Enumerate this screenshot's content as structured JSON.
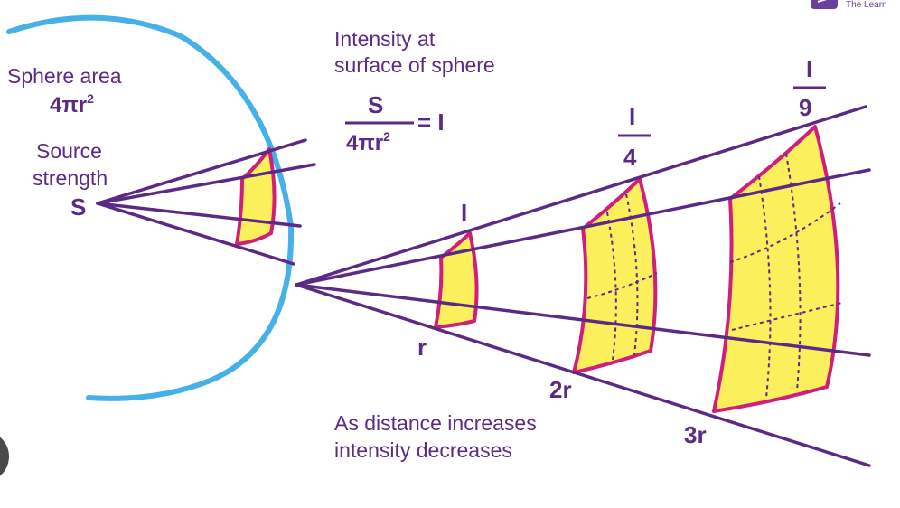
{
  "colors": {
    "purple": "#5b2a86",
    "blue": "#45b1e8",
    "magenta": "#d01f7a",
    "yellow": "#fbef5b",
    "dark_button": "#4a4a4a"
  },
  "logo": {
    "text": "The Learn",
    "icon": "brand-logo-icon"
  },
  "sphere": {
    "title": "Sphere area",
    "area_formula_base": "4πr",
    "area_formula_exp": "2",
    "source_line1": "Source",
    "source_line2": "strength",
    "source_symbol": "S"
  },
  "formula": {
    "heading_line1": "Intensity at",
    "heading_line2": "surface of sphere",
    "numerator": "S",
    "denominator_base": "4πr",
    "denominator_exp": "2",
    "equals": "= I"
  },
  "patches": [
    {
      "distance": "r",
      "intensity": "I"
    },
    {
      "distance": "2r",
      "intensity_num": "I",
      "intensity_den": "4"
    },
    {
      "distance": "3r",
      "intensity_num": "I",
      "intensity_den": "9"
    }
  ],
  "caption": {
    "line1": "As distance increases",
    "line2": "intensity decreases"
  }
}
